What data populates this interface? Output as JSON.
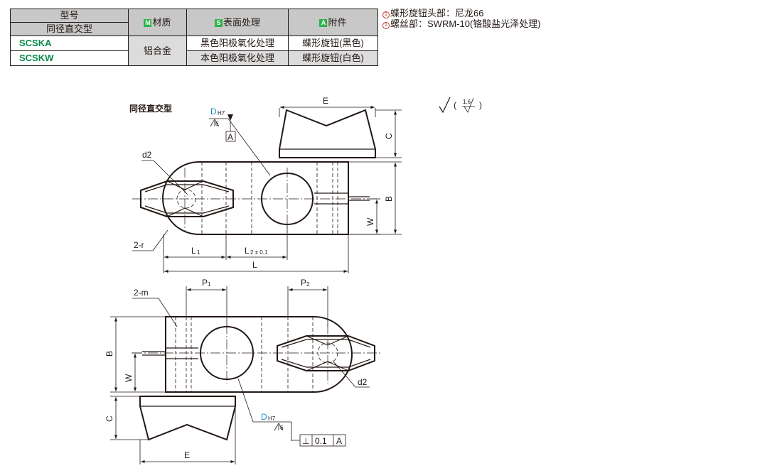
{
  "table": {
    "header_model": "型号",
    "header_subtype": "同径直交型",
    "header_material_tag": "M",
    "header_material": "材质",
    "header_surface_tag": "S",
    "header_surface": "表面处理",
    "header_accessory_tag": "A",
    "header_accessory": "附件",
    "rows": [
      {
        "model": "SCSKA",
        "surface": "黑色阳极氧化处理",
        "accessory": "蝶形旋钮(黑色)"
      },
      {
        "model": "SCSKW",
        "surface": "本色阳极氧化处理",
        "accessory": "蝶形旋钮(白色)"
      }
    ],
    "material": "铝合金"
  },
  "notes": [
    {
      "mark": "1",
      "text": "蝶形旋钮头部：尼龙66"
    },
    {
      "mark": "1",
      "text": "螺丝部：SWRM-10(铬酸盐光泽处理)"
    }
  ],
  "drawing": {
    "title": "同径直交型",
    "roughness": "1.6",
    "labels": {
      "E": "E",
      "C": "C",
      "B": "B",
      "W": "W",
      "L": "L",
      "L1": "L",
      "L1_sub": "1",
      "L2": "L",
      "L2_sub": "2 ± 0.1",
      "P1": "P",
      "P1_sub": "1",
      "P2": "P",
      "P2_sub": "2",
      "d2": "d2",
      "two_r": "2-r",
      "two_m": "2-m",
      "D": "D",
      "H7": "H7",
      "six": "6",
      "A": "A",
      "perp_sym": "⊥",
      "perp_val": "0.1",
      "perp_ref": "A"
    }
  }
}
